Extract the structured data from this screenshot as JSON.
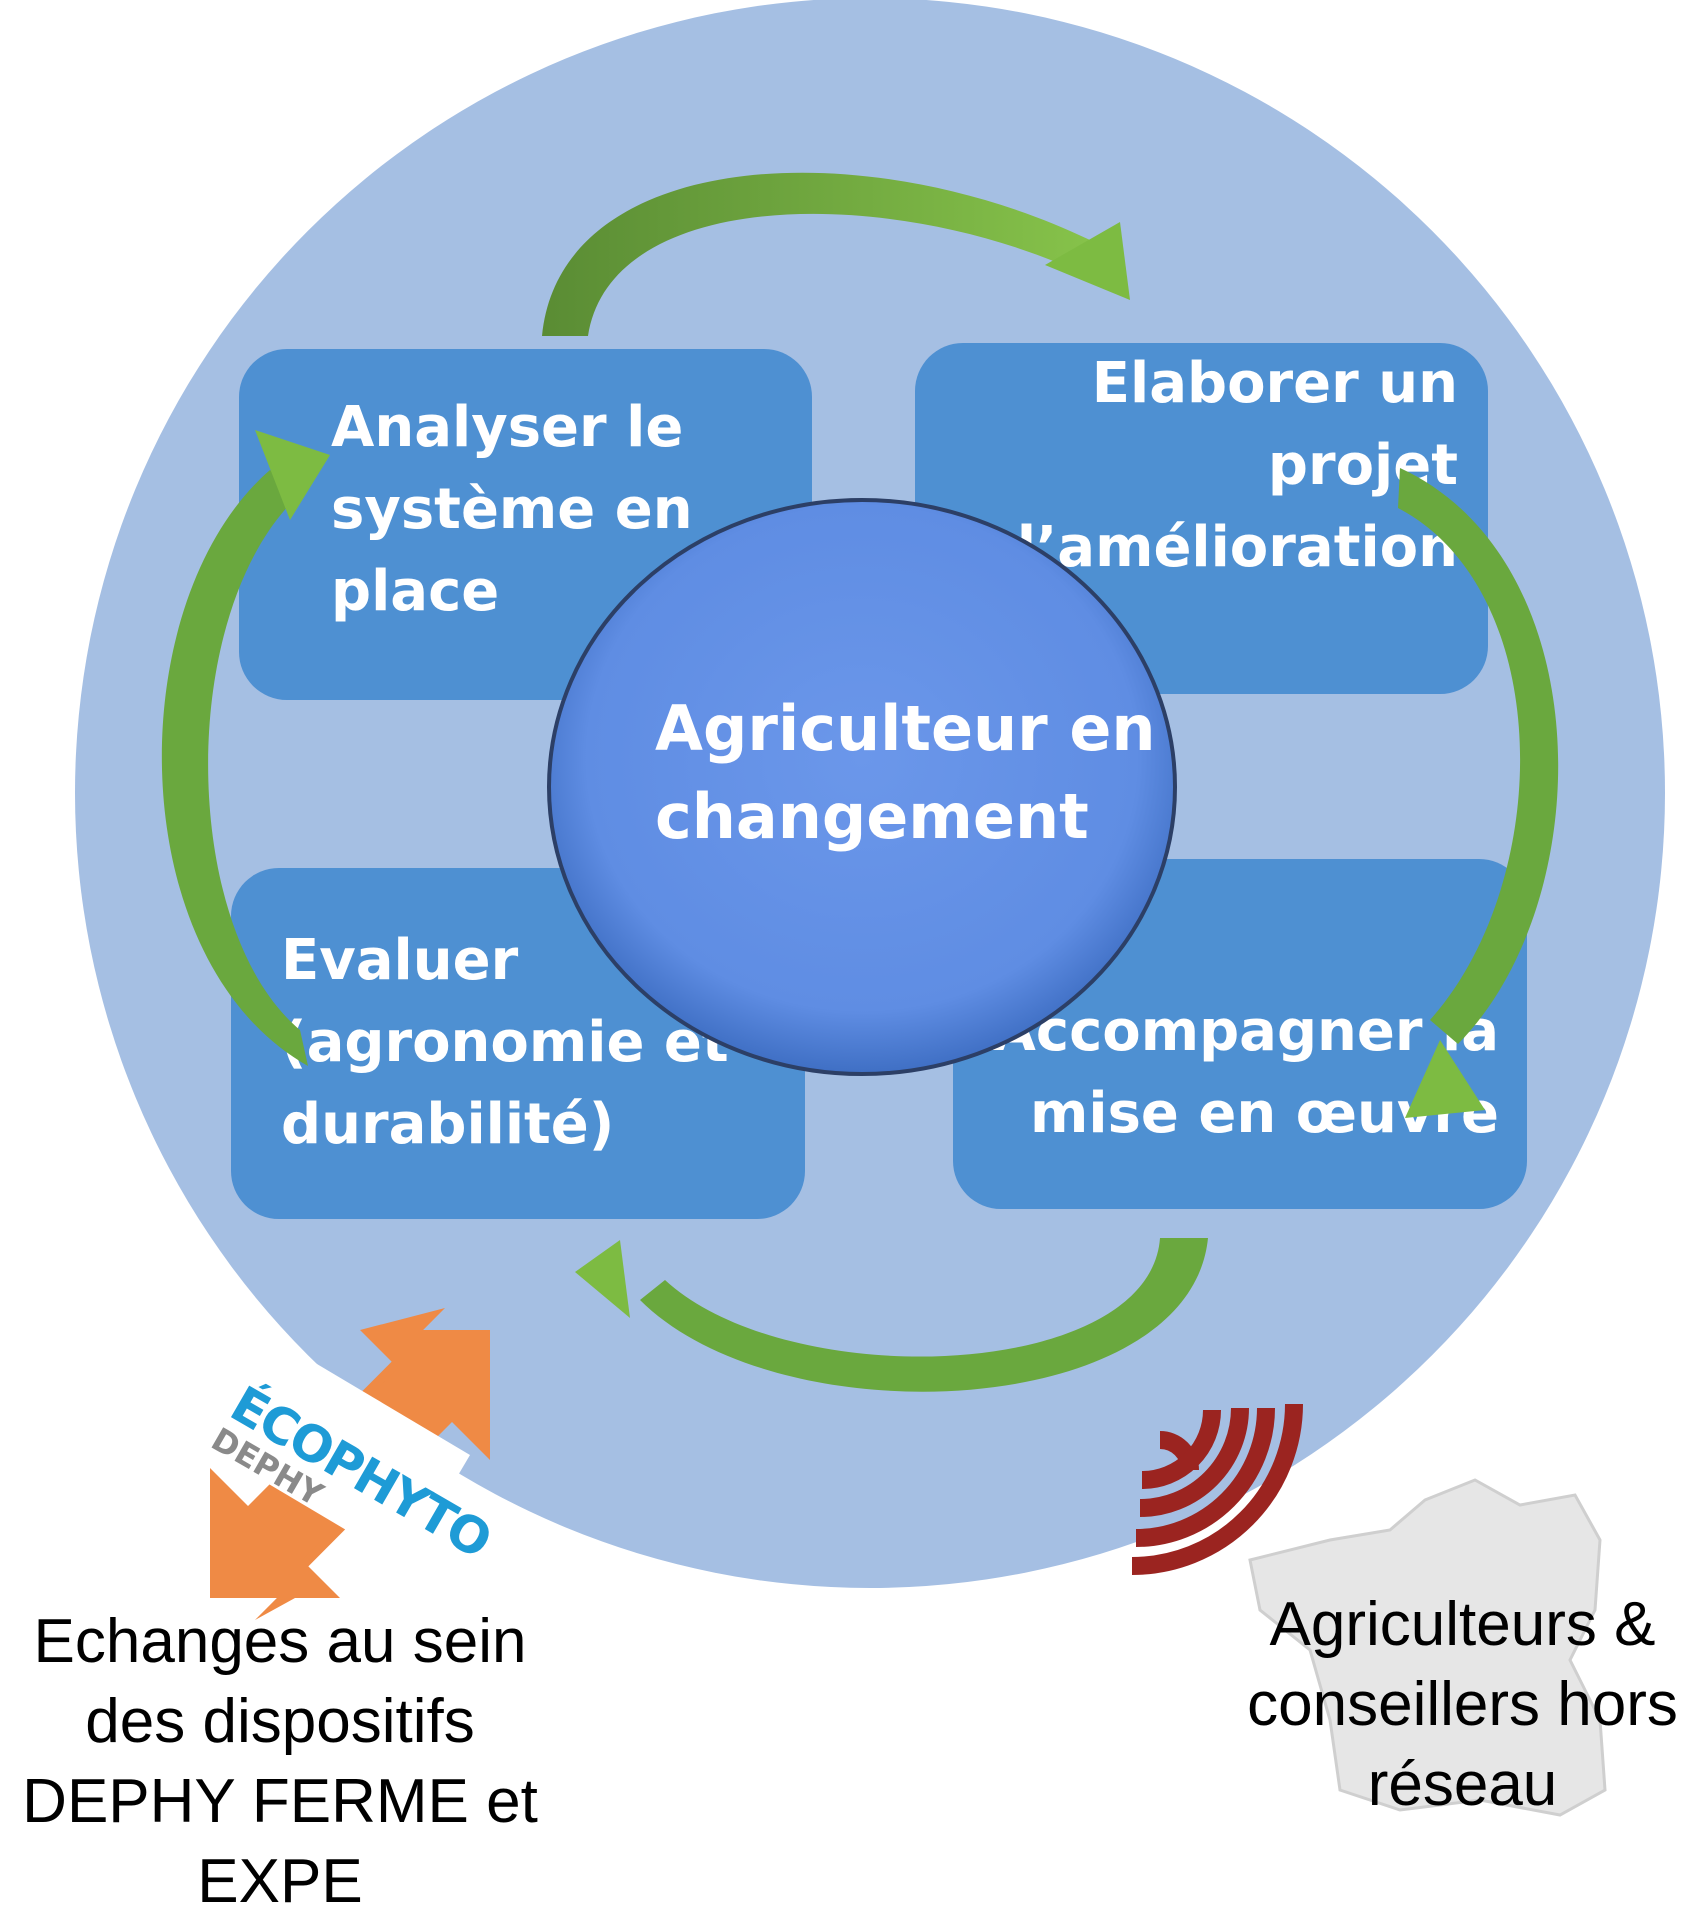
{
  "center": {
    "label": "Agriculteur en\nchangement"
  },
  "steps": {
    "analyser": "Analyser le\nsystème en\nplace",
    "elaborer": "Elaborer un\nprojet\nd’amélioration",
    "evaluer": "Evaluer\n(agronomie et\ndurabilité)",
    "accompagner": "Accompagner la\nmise en œuvre"
  },
  "logo": {
    "main": "ÉCOPHYTO",
    "sub": "DEPHY"
  },
  "footer": {
    "left": "Echanges au sein\ndes dispositifs\nDEPHY FERME et\nEXPE",
    "right": "Agriculteurs &\nconseillers hors\nréseau"
  },
  "colors": {
    "outer_circle": "#a5bfe3",
    "step_box": "#4e90d2",
    "center_circle": "#608ee3",
    "cycle_arrow_light": "#7dbb42",
    "cycle_arrow_dark": "#5a8c34",
    "exchange_arrow": "#ef8a45",
    "broadcast_arcs": "#9b2420",
    "map_fill": "#e6e6e6"
  },
  "icons": [
    "cycle-arrow",
    "double-headed-arrow",
    "broadcast-icon",
    "france-map-icon",
    "ecophyto-logo"
  ]
}
